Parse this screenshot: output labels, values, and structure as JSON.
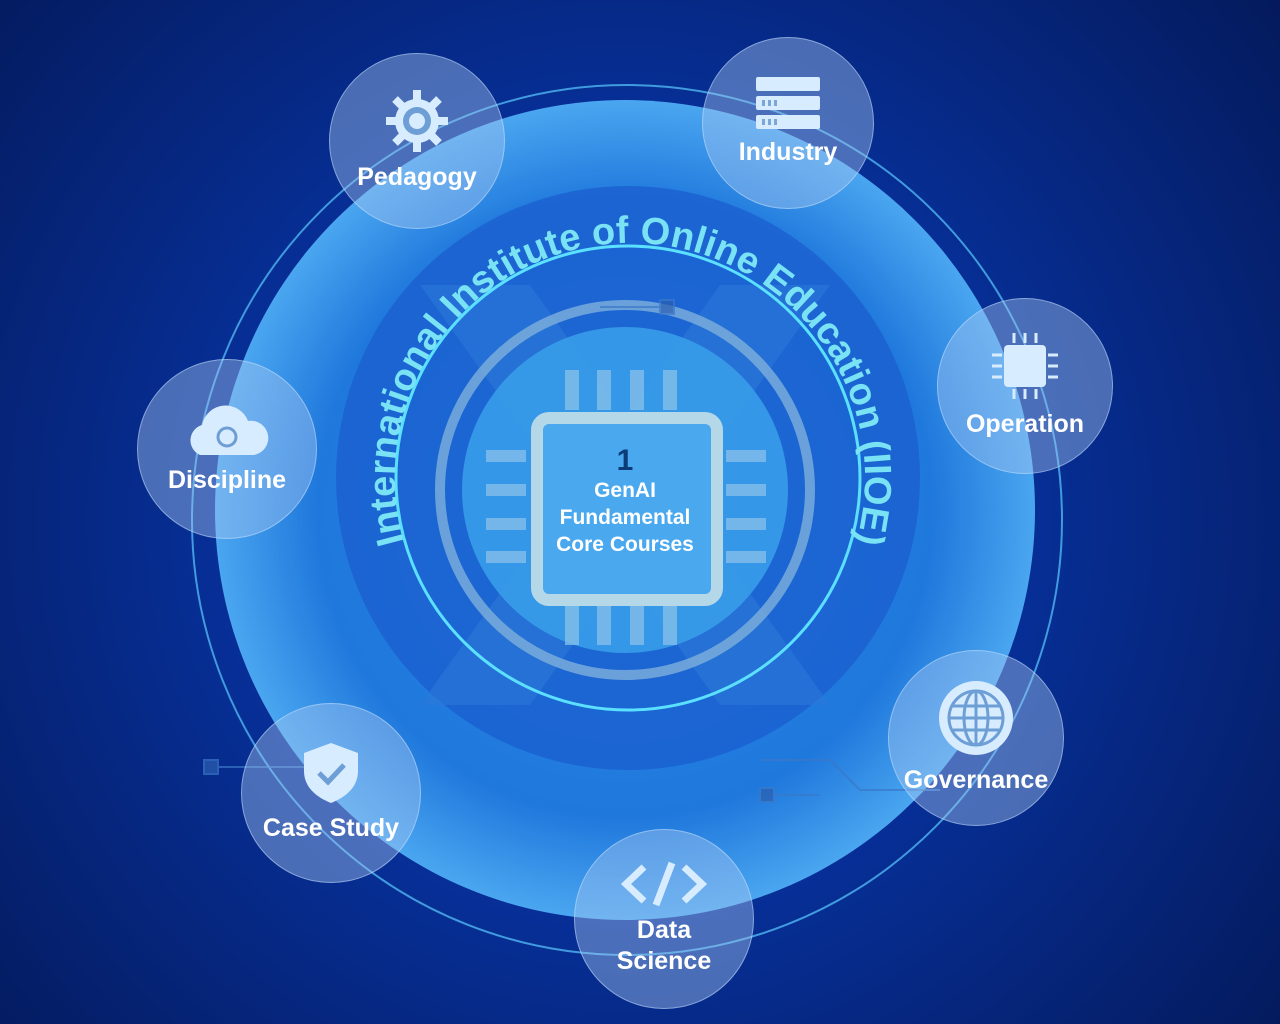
{
  "title": "International Institute of Online Education (IIOE)",
  "center": {
    "number": "1",
    "lines": [
      "GenAI",
      "Fundamental",
      "Core Courses"
    ]
  },
  "nodes": [
    {
      "label": "Pedagogy",
      "icon": "gear-icon"
    },
    {
      "label": "Industry",
      "icon": "server-icon"
    },
    {
      "label": "Operation",
      "icon": "chip-icon"
    },
    {
      "label": "Discipline",
      "icon": "cloud-sync-icon"
    },
    {
      "label": "Governance",
      "icon": "globe-icon"
    },
    {
      "label": "Case Study",
      "icon": "shield-check-icon"
    },
    {
      "label": "Data Science",
      "icon": "code-icon"
    }
  ]
}
